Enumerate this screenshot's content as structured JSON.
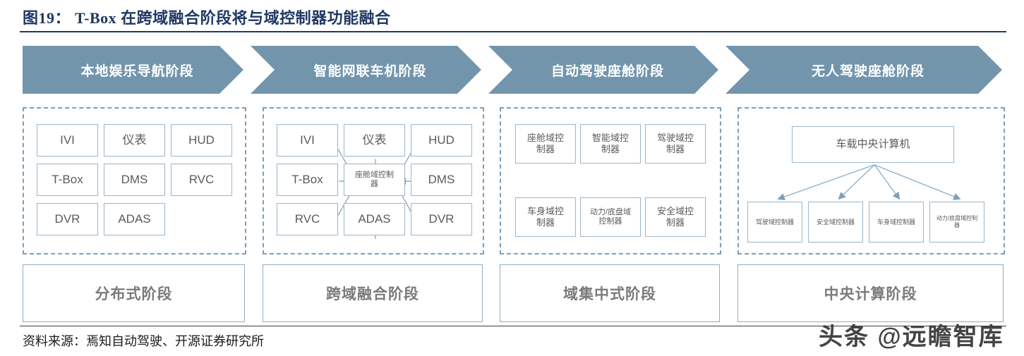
{
  "title": "图19： T-Box 在跨域融合阶段将与域控制器功能融合",
  "banners": [
    {
      "label": "本地娱乐导航阶段"
    },
    {
      "label": "智能网联车机阶段"
    },
    {
      "label": "自动驾驶座舱阶段"
    },
    {
      "label": "无人驾驶座舱阶段"
    }
  ],
  "panel1": {
    "nodes": [
      "IVI",
      "仪表",
      "HUD",
      "T-Box",
      "DMS",
      "RVC",
      "DVR",
      "ADAS"
    ]
  },
  "panel2": {
    "nodes": [
      "IVI",
      "仪表",
      "HUD",
      "T-Box",
      "DMS",
      "RVC",
      "ADAS",
      "DVR"
    ],
    "center": "座舱域控制器"
  },
  "panel3": {
    "nodes": [
      "座舱域控制器",
      "智能域控制器",
      "驾驶域控制器",
      "车身域控制器",
      "动力/底盘域控制器",
      "安全域控制器"
    ]
  },
  "panel4": {
    "center": "车载中央计算机",
    "nodes": [
      "驾驶域控制器",
      "安全域控制器",
      "车身域控制器",
      "动力/底盘域控制器"
    ]
  },
  "stages": [
    {
      "label": "分布式阶段"
    },
    {
      "label": "跨域融合阶段"
    },
    {
      "label": "域集中式阶段"
    },
    {
      "label": "中央计算阶段"
    }
  ],
  "footer": "资料来源：焉知自动驾驶、开源证券研究所",
  "watermark": "头条 @远瞻智库",
  "colors": {
    "title": "#1F3864",
    "banner": "#7295AC",
    "panel_border": "#7C9FBA",
    "box_border": "#9BB6C9",
    "box_text": "#5B5B5B",
    "stage_text": "#7A7A7A"
  }
}
